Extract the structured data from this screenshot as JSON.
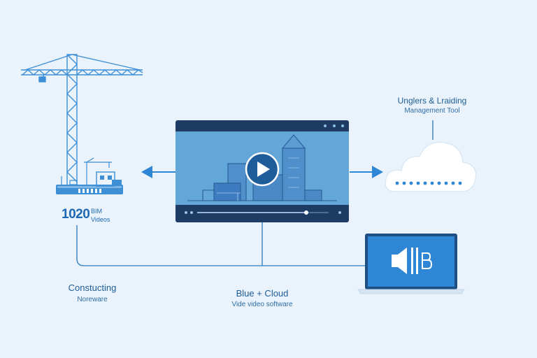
{
  "labels": {
    "cloud_title": "Unglers & Lraiding",
    "cloud_subtitle": "Management Tool",
    "video_count": "1020",
    "video_count_unit": "BIM",
    "video_count_caption": "Videos",
    "crane_title": "Constucting",
    "crane_subtitle": "Noreware",
    "center_title": "Blue + Cloud",
    "center_subtitle": "Vide video software"
  },
  "colors": {
    "background": "#eaf3fb",
    "accent": "#3d8fd6",
    "dark": "#1d3b63",
    "line": "#4a8fc9"
  },
  "icons": [
    "crane-icon",
    "ship-icon",
    "play-icon",
    "cloud-icon",
    "laptop-icon",
    "speaker-icon"
  ]
}
